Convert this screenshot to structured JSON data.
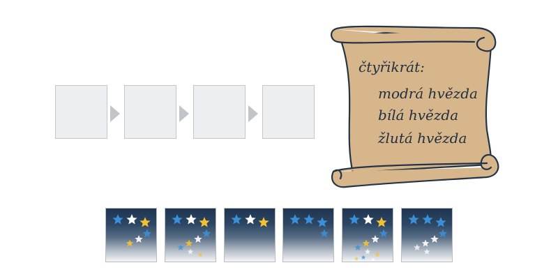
{
  "scroll": {
    "heading": "čtyřikrát:",
    "lines": [
      "modrá hvězda",
      "bílá hvězda",
      "žlutá hvězda"
    ]
  },
  "colors": {
    "slot_fill": "#eceef0",
    "slot_border": "#c3c7cb",
    "arrow": "#c1c5c9",
    "parchment": "#d7b68c",
    "parchment_outline": "#243447",
    "star_blue": "#3b8fd6",
    "star_white": "#ffffff",
    "star_yellow": "#f1c232"
  },
  "sequence_slots": [
    {
      "filled": false
    },
    {
      "filled": false
    },
    {
      "filled": false
    },
    {
      "filled": false
    }
  ],
  "tiles": [
    {
      "name": "tile-1",
      "stars": [
        "blue",
        "white",
        "yellow",
        "blue",
        "white",
        "yellow"
      ]
    },
    {
      "name": "tile-2",
      "stars": [
        "blue",
        "white",
        "yellow",
        "blue",
        "white",
        "yellow",
        "blue",
        "white",
        "yellow"
      ]
    },
    {
      "name": "tile-3",
      "stars": [
        "blue",
        "white",
        "yellow"
      ]
    },
    {
      "name": "tile-4",
      "stars": [
        "blue",
        "blue",
        "blue",
        "blue"
      ]
    },
    {
      "name": "tile-5",
      "stars": [
        "blue",
        "white",
        "yellow",
        "blue",
        "white",
        "yellow",
        "blue",
        "white",
        "yellow",
        "blue",
        "white",
        "yellow"
      ]
    },
    {
      "name": "tile-6",
      "stars": [
        "blue",
        "blue",
        "blue",
        "blue",
        "white",
        "white",
        "white",
        "white"
      ]
    }
  ]
}
